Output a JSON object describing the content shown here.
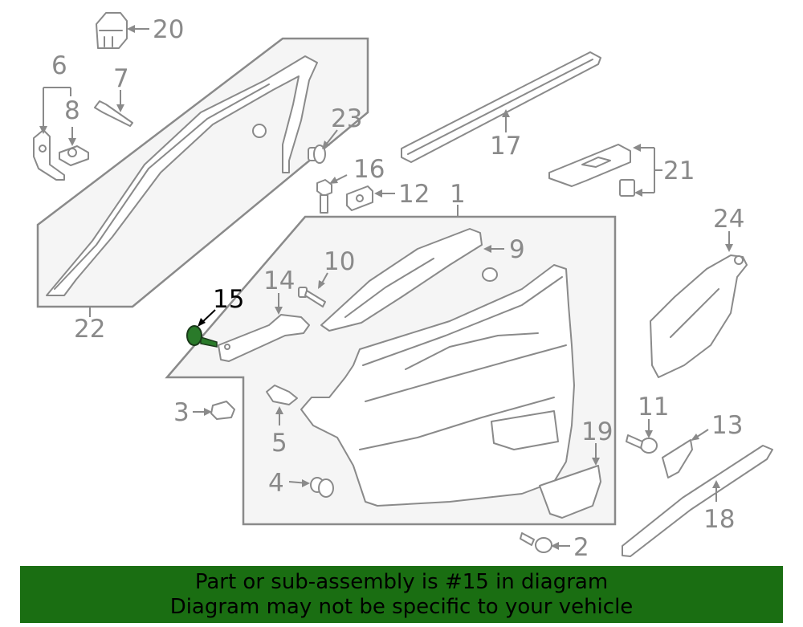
{
  "diagram": {
    "highlighted_part": "15",
    "callouts": [
      "1",
      "2",
      "3",
      "4",
      "5",
      "6",
      "7",
      "8",
      "9",
      "10",
      "11",
      "12",
      "13",
      "14",
      "15",
      "16",
      "17",
      "18",
      "19",
      "20",
      "21",
      "22",
      "23",
      "24"
    ]
  },
  "banner": {
    "line1": "Part or sub-assembly is #15 in diagram",
    "line2": "Diagram may not be specific to your vehicle"
  },
  "colors": {
    "banner_bg": "#1a6e12",
    "highlight_part": "#2a7a2a",
    "line": "#8a8a8a"
  }
}
